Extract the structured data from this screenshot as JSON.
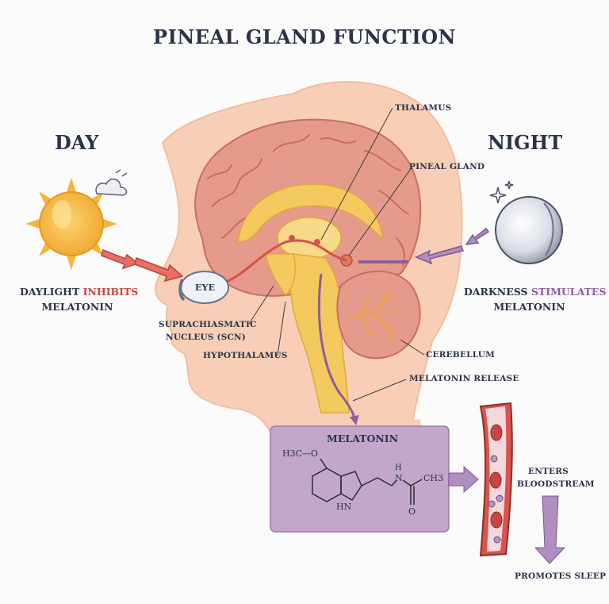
{
  "title": "PINEAL GLAND FUNCTION",
  "day": {
    "heading": "DAY",
    "caption_prefix": "DAYLIGHT",
    "caption_highlight": "INHIBITS",
    "caption_line2": "MELATONIN",
    "sun_icon": "sun-icon",
    "cloud_icon": "cloud-icon"
  },
  "night": {
    "heading": "NIGHT",
    "caption_prefix": "DARKNESS",
    "caption_highlight": "STIMULATES",
    "caption_line2": "MELATONIN",
    "moon_icon": "moon-icon"
  },
  "labels": {
    "eye": "EYE",
    "thalamus": "THALAMUS",
    "pineal_gland": "PINEAL GLAND",
    "scn_line1": "SUPRACHIASMATIC",
    "scn_line2": "NUCLEUS (SCN)",
    "hypothalamus": "HYPOTHALAMUS",
    "cerebellum": "CEREBELLUM",
    "melatonin_release": "MELATONIN RELEASE"
  },
  "melatonin_box": {
    "title": "MELATONIN",
    "atoms": {
      "methoxy": "H3C—O",
      "nh": "N",
      "h": "H",
      "ch3": "CH3",
      "o": "O",
      "hn": "HN"
    }
  },
  "bloodstream": {
    "line1": "ENTERS",
    "line2": "BLOODSTREAM"
  },
  "promotes": "PROMOTES SLEEP",
  "colors": {
    "title": "#2b3348",
    "inhibit": "#c9473f",
    "stimulate": "#8d5d9e",
    "skin": "#f8cfb6",
    "brain": "#e69a8b",
    "yellow": "#f4c95d",
    "purple_box": "#c3a6cc",
    "vessel": "#d9544d"
  }
}
